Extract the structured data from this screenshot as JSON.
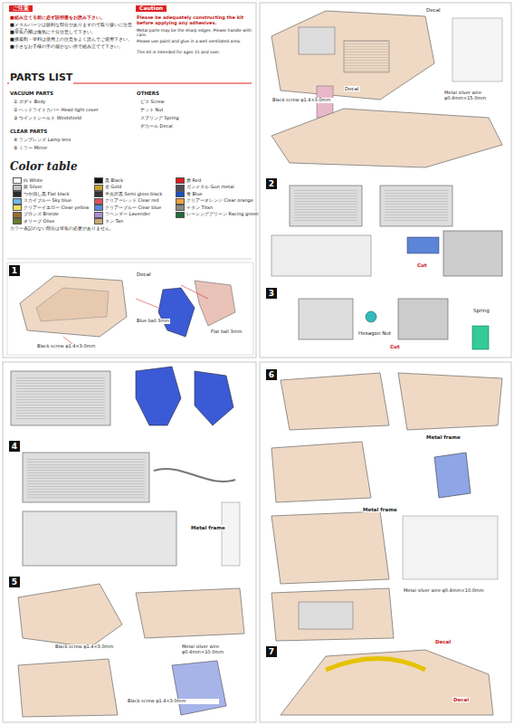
{
  "diagram": {
    "title": "PARTS LIST",
    "nodes": [
      {
        "text": [
          "1"
        ]
      },
      {
        "text": [
          "2"
        ]
      },
      {
        "text": [
          "3"
        ]
      },
      {
        "text": [
          "4"
        ]
      },
      {
        "text": [
          "5"
        ]
      },
      {
        "text": [
          "6"
        ]
      },
      {
        "text": [
          "7"
        ]
      }
    ],
    "labels": [
      "ご注意",
      "■組み立てる前に必ず説明書をお読み下さい。",
      "■メタルパーツは鋭利な部分がありますので取り扱いに注意して下さい。",
      "■塗装の際は換気に十分注意して下さい。",
      "■接着剤・塗料は使用上の注意をよく読んでご使用下さい。",
      "■小さなお子様の手の届かない所で組み立てて下さい。",
      "Caution",
      "Please be adequately constructing the kit before applying any adhesives.",
      "Metal parts may be the sharp edges. Please handle with care.",
      "Please use paint and glue in a well ventilated area.",
      "This kit is intended for ages 15 and over.",
      "VACUUM PARTS",
      "① ボディ Body",
      "② ヘッドライトカバー Head light cover",
      "③ ウインドシールド Windshield",
      "CLEAR PARTS",
      "④ ランプレンズ Lamp lens",
      "⑤ ミラー Mirror",
      "OTHERS",
      "ビス Screw",
      "ナット Nut",
      "スプリング Spring",
      "デカール Decal",
      "Color table",
      "カラー表記のない部分は塗装の必要がありません。",
      "Decal",
      "Blue ball 3mm",
      "Flat ball 3mm",
      "Black screw φ1.4×3.0mm",
      "Decal",
      "Decal",
      "Metal silver wire φ0.4mm×15.0mm",
      "Black screw φ1.4×3.0mm",
      "Cut",
      "Hexagon Nut",
      "Spring",
      "Cut",
      "Metal frame",
      "Metal silver wire φ0.4mm×10.0mm",
      "Black screw φ1.4×3.0mm",
      "Black screw φ1.4×3.0mm",
      "Metal frame",
      "Metal silver wire φ0.4mm×10.0mm",
      "Metal frame",
      "Decal",
      "Decal"
    ],
    "legend": [
      {
        "text": "白 White",
        "color": "#ffffff"
      },
      {
        "text": "黒 Black",
        "color": "#111111"
      },
      {
        "text": "赤 Red",
        "color": "#d81e1e"
      },
      {
        "text": "銀 Silver",
        "color": "#c0c0c0"
      },
      {
        "text": "金 Gold",
        "color": "#c9a227"
      },
      {
        "text": "ガンメタル Gun metal",
        "color": "#4a4f55"
      },
      {
        "text": "つや消し黒 Flat black",
        "color": "#2b2b2b"
      },
      {
        "text": "半光沢黒 Semi gloss black",
        "color": "#333333"
      },
      {
        "text": "青 Blue",
        "color": "#1f4fbf"
      },
      {
        "text": "スカイブルー Sky blue",
        "color": "#6fb8e8"
      },
      {
        "text": "クリアーレッド Clear red",
        "color": "#e0505a"
      },
      {
        "text": "クリアーオレンジ Clear orange",
        "color": "#f0a040"
      },
      {
        "text": "クリアーイエロー Clear yellow",
        "color": "#f2e060"
      },
      {
        "text": "クリアーブルー Clear blue",
        "color": "#5a8ae0"
      },
      {
        "text": "チタン Titan",
        "color": "#8d8a80"
      },
      {
        "text": "ブロンズ Bronze",
        "color": "#9c6b30"
      },
      {
        "text": "ラベンダー Lavender",
        "color": "#a88fd8"
      },
      {
        "text": "レーシンググリーン Racing green",
        "color": "#1f6b3a"
      },
      {
        "text": "オリーブ Olive",
        "color": "#6b7a2a"
      },
      {
        "text": "タン Tan",
        "color": "#c8a878"
      }
    ]
  }
}
